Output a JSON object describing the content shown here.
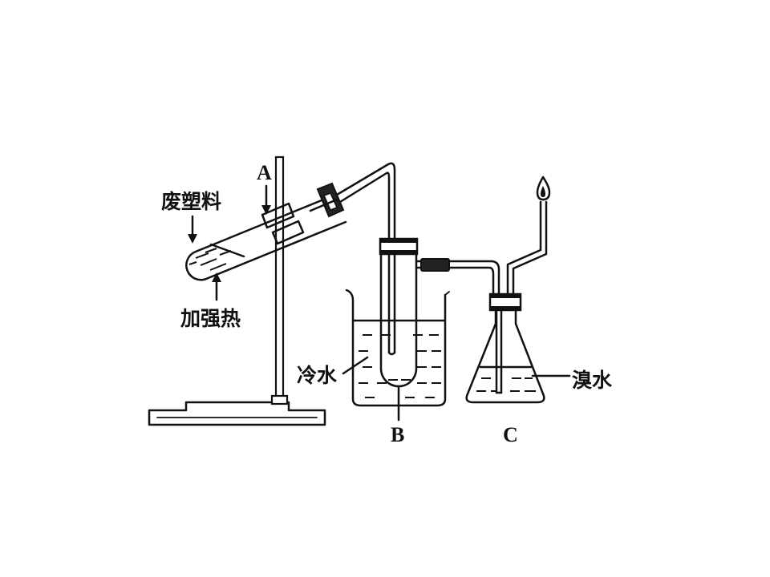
{
  "labels": {
    "waste_plastic": "废塑料",
    "strong_heat": "加强热",
    "cold_water": "冷水",
    "bromine_water": "溴水",
    "a": "A",
    "b": "B",
    "c": "C"
  }
}
